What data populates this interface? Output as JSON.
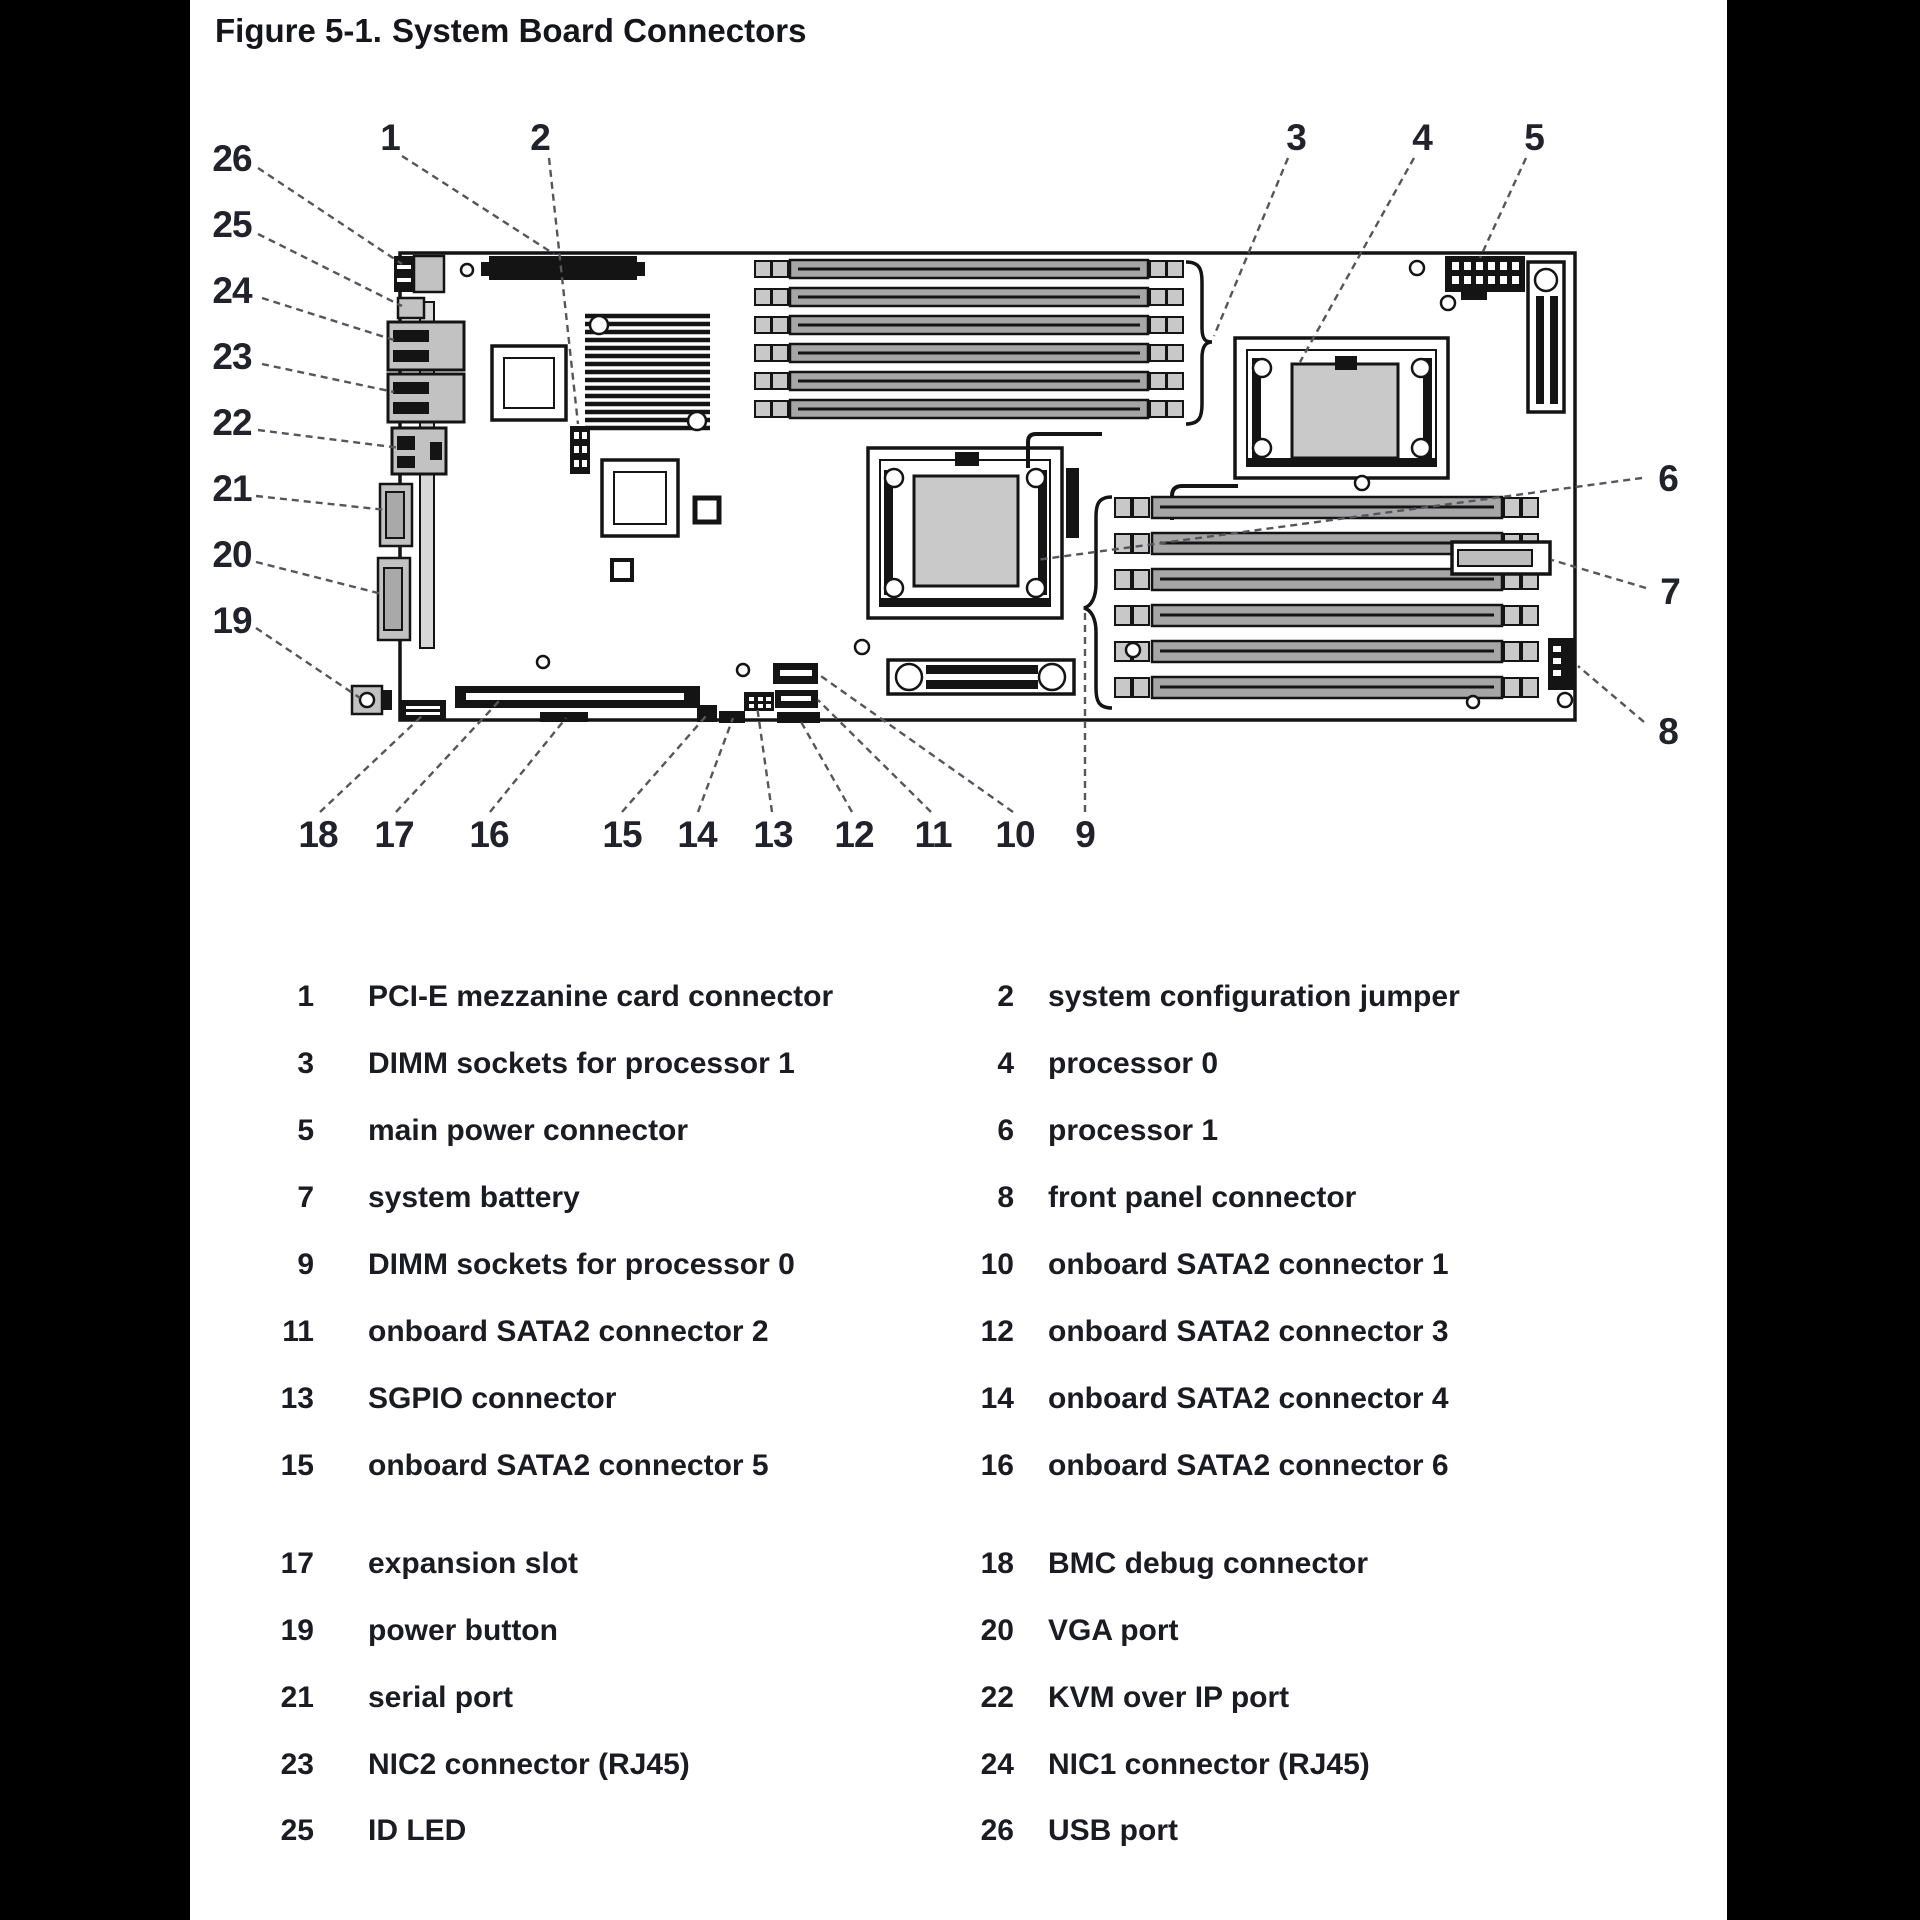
{
  "title": {
    "figure_label": "Figure 5-1.",
    "figure_title": "System Board Connectors"
  },
  "diagram": {
    "callouts": {
      "c1": "1",
      "c2": "2",
      "c3": "3",
      "c4": "4",
      "c5": "5",
      "c6": "6",
      "c7": "7",
      "c8": "8",
      "c9": "9",
      "c10": "10",
      "c11": "11",
      "c12": "12",
      "c13": "13",
      "c14": "14",
      "c15": "15",
      "c16": "16",
      "c17": "17",
      "c18": "18",
      "c19": "19",
      "c20": "20",
      "c21": "21",
      "c22": "22",
      "c23": "23",
      "c24": "24",
      "c25": "25",
      "c26": "26"
    }
  },
  "legend": {
    "groups": [
      {
        "rows": [
          {
            "left": {
              "num": "1",
              "label": "PCI-E mezzanine card connector"
            },
            "right": {
              "num": "2",
              "label": "system configuration jumper"
            }
          },
          {
            "left": {
              "num": "3",
              "label": "DIMM sockets for processor 1"
            },
            "right": {
              "num": "4",
              "label": "processor 0"
            }
          },
          {
            "left": {
              "num": "5",
              "label": "main power connector"
            },
            "right": {
              "num": "6",
              "label": "processor 1"
            }
          },
          {
            "left": {
              "num": "7",
              "label": "system battery"
            },
            "right": {
              "num": "8",
              "label": "front panel connector"
            }
          },
          {
            "left": {
              "num": "9",
              "label": "DIMM sockets for processor 0"
            },
            "right": {
              "num": "10",
              "label": "onboard SATA2 connector 1"
            }
          },
          {
            "left": {
              "num": "11",
              "label": "onboard SATA2 connector 2"
            },
            "right": {
              "num": "12",
              "label": "onboard SATA2 connector 3"
            }
          },
          {
            "left": {
              "num": "13",
              "label": "SGPIO connector"
            },
            "right": {
              "num": "14",
              "label": "onboard SATA2 connector 4"
            }
          },
          {
            "left": {
              "num": "15",
              "label": "onboard SATA2 connector 5"
            },
            "right": {
              "num": "16",
              "label": "onboard SATA2 connector 6"
            }
          }
        ]
      },
      {
        "rows": [
          {
            "left": {
              "num": "17",
              "label": "expansion slot"
            },
            "right": {
              "num": "18",
              "label": "BMC debug connector"
            }
          },
          {
            "left": {
              "num": "19",
              "label": "power button"
            },
            "right": {
              "num": "20",
              "label": "VGA port"
            }
          },
          {
            "left": {
              "num": "21",
              "label": "serial port"
            },
            "right": {
              "num": "22",
              "label": "KVM over IP port"
            }
          },
          {
            "left": {
              "num": "23",
              "label": "NIC2 connector (RJ45)"
            },
            "right": {
              "num": "24",
              "label": "NIC1 connector (RJ45)"
            }
          },
          {
            "left": {
              "num": "25",
              "label": "ID LED"
            },
            "right": {
              "num": "26",
              "label": "USB port"
            }
          }
        ]
      }
    ]
  },
  "colors": {
    "page_background": "#ffffff",
    "side_bars": "#000000",
    "ink": "#1b1b24",
    "line_art": "#141414",
    "component_gray": "#c2c2c2",
    "slot_gray": "#a6a6a6",
    "leader_line": "#55555c"
  }
}
